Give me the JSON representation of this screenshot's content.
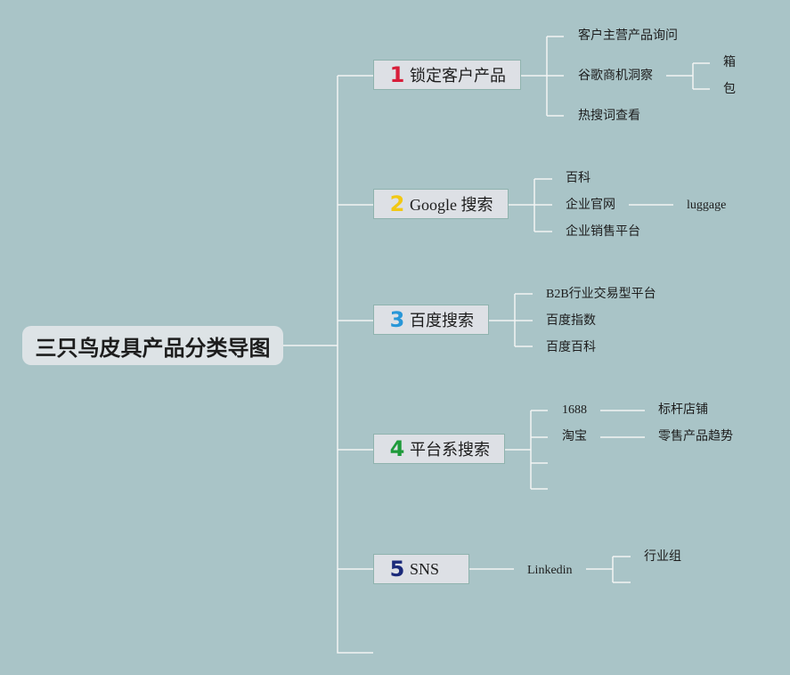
{
  "root": {
    "label": "三只鸟皮具产品分类导图"
  },
  "branches": [
    {
      "number": "1",
      "label": "锁定客户产品",
      "color": "#d81e3a",
      "children": [
        {
          "label": "客户主营产品询问"
        },
        {
          "label": "谷歌商机洞察",
          "children": [
            {
              "label": "箱"
            },
            {
              "label": "包"
            }
          ]
        },
        {
          "label": "热搜词查看"
        }
      ]
    },
    {
      "number": "2",
      "label": "Google 搜索",
      "color": "#f2c814",
      "children": [
        {
          "label": "百科"
        },
        {
          "label": "企业官网",
          "children": [
            {
              "label": "luggage"
            }
          ]
        },
        {
          "label": "企业销售平台"
        }
      ]
    },
    {
      "number": "3",
      "label": "百度搜索",
      "color": "#2897d8",
      "children": [
        {
          "label": "B2B行业交易型平台"
        },
        {
          "label": "百度指数"
        },
        {
          "label": "百度百科"
        }
      ]
    },
    {
      "number": "4",
      "label": "平台系搜索",
      "color": "#1e9a3a",
      "children": [
        {
          "label": "1688",
          "children": [
            {
              "label": "标杆店铺"
            }
          ]
        },
        {
          "label": "淘宝",
          "children": [
            {
              "label": "零售产品趋势"
            }
          ]
        },
        {
          "label": ""
        },
        {
          "label": ""
        }
      ]
    },
    {
      "number": "5",
      "label": "SNS",
      "color": "#1b2a7a",
      "children": [
        {
          "label": "Linkedin",
          "children": [
            {
              "label": "行业组"
            },
            {
              "label": ""
            }
          ]
        }
      ]
    }
  ],
  "colors": {
    "background": "#a9c4c7",
    "connector": "#f2f4f4"
  }
}
